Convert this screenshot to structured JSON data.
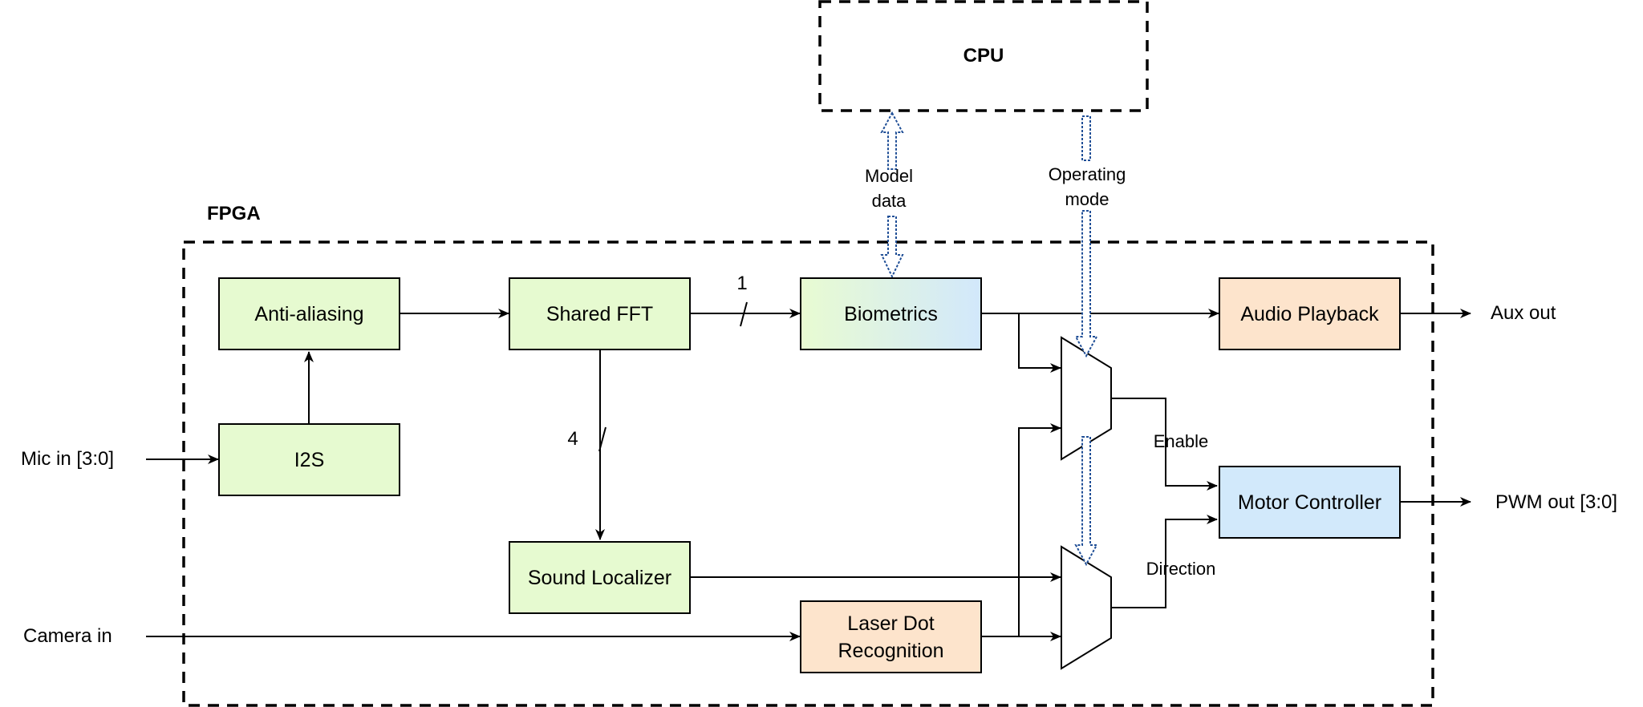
{
  "containers": {
    "fpga_label": "FPGA",
    "cpu_label": "CPU"
  },
  "blocks": {
    "anti_aliasing": "Anti-aliasing",
    "i2s": "I2S",
    "shared_fft": "Shared FFT",
    "sound_localizer": "Sound Localizer",
    "biometrics": "Biometrics",
    "laser_dot": "Laser Dot\nRecognition",
    "audio_playback": "Audio Playback",
    "motor_controller": "Motor Controller"
  },
  "signals": {
    "mic_in": "Mic in [3:0]",
    "camera_in": "Camera in",
    "aux_out": "Aux out",
    "pwm_out": "PWM out [3:0]",
    "bus_width_biometrics": "1",
    "bus_width_localizer": "4",
    "enable": "Enable",
    "direction": "Direction",
    "model_data": "Model\ndata",
    "operating_mode": "Operating\nmode"
  },
  "colors": {
    "green_block": "#e6fad0",
    "orange_block": "#fde4cc",
    "blue_block": "#d2e9fb",
    "cpu_link": "#1f4e96"
  }
}
